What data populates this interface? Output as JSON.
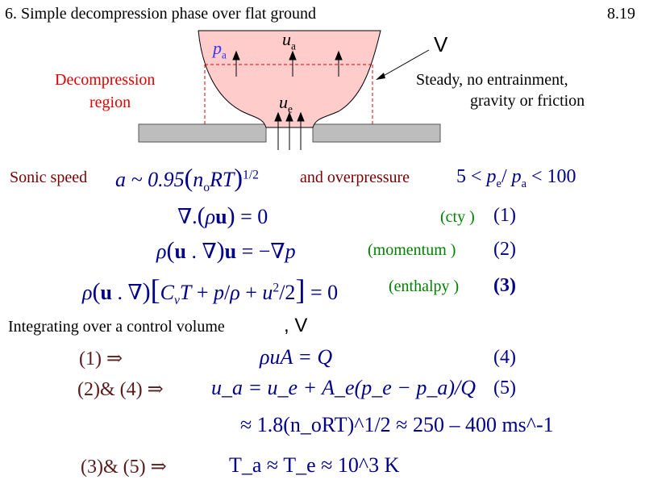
{
  "slide": {
    "title": "6. Simple decompression phase over flat ground",
    "page_number": "8.19"
  },
  "diagram": {
    "region_label_line1": "Decompression",
    "region_label_line2": "region",
    "volume_label": "V",
    "steady_line1": "Steady, no entrainment,",
    "steady_line2": "gravity or friction",
    "p_a": "p",
    "p_a_sub": "a",
    "u_a": "u",
    "u_a_sub": "a",
    "u_e": "u",
    "u_e_sub": "e"
  },
  "sonic": {
    "label": "Sonic speed",
    "formula_lhs": "a ~ 0.95",
    "formula_inner_n": "n",
    "formula_inner_o": "o",
    "formula_inner_rt": "RT",
    "formula_exp": "1/2",
    "and_over": "and overpressure",
    "range_left": "5 <",
    "range_pe": "p",
    "range_pe_sub": "e",
    "range_pa": "p",
    "range_pa_sub": "a",
    "range_right": "< 100"
  },
  "equations": [
    {
      "tag": "(cty )",
      "number": "(1)"
    },
    {
      "tag": "(momentum    )",
      "number": "(2)"
    },
    {
      "tag": "(enthalpy  )",
      "number": "(3)"
    }
  ],
  "integrating": {
    "text": "Integrating over a control volume",
    "volume": ", V"
  },
  "results": [
    {
      "lhs": "(1) ⇒",
      "rhs": "ρuA = Q",
      "number": "(4)"
    },
    {
      "lhs": "(2)& (4) ⇒",
      "rhs": "u_a = u_e + A_e(p_e − p_a)/Q",
      "number": "(5)"
    },
    {
      "lhs": "",
      "rhs": "≈ 1.8(n_oRT)^1/2 ≈ 250 – 400 ms^-1",
      "number": ""
    },
    {
      "lhs": "(3)& (5) ⇒",
      "rhs": "T_a ≈ T_e ≈ 10^3 K",
      "number": ""
    }
  ]
}
